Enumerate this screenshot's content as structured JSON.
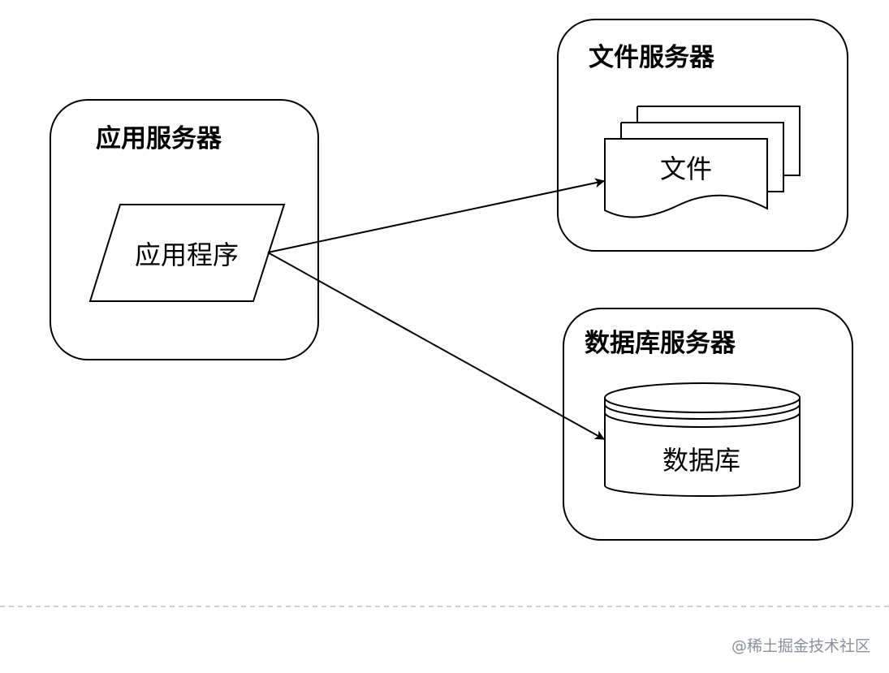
{
  "boxes": {
    "app_server": {
      "title": "应用服务器"
    },
    "file_server": {
      "title": "文件服务器"
    },
    "db_server": {
      "title": "数据库服务器"
    }
  },
  "nodes": {
    "application": {
      "label": "应用程序"
    },
    "file": {
      "label": "文件"
    },
    "database": {
      "label": "数据库"
    }
  },
  "edges": [
    {
      "from": "应用程序",
      "to": "文件"
    },
    {
      "from": "应用程序",
      "to": "数据库"
    }
  ],
  "watermark": "@稀土掘金技术社区"
}
